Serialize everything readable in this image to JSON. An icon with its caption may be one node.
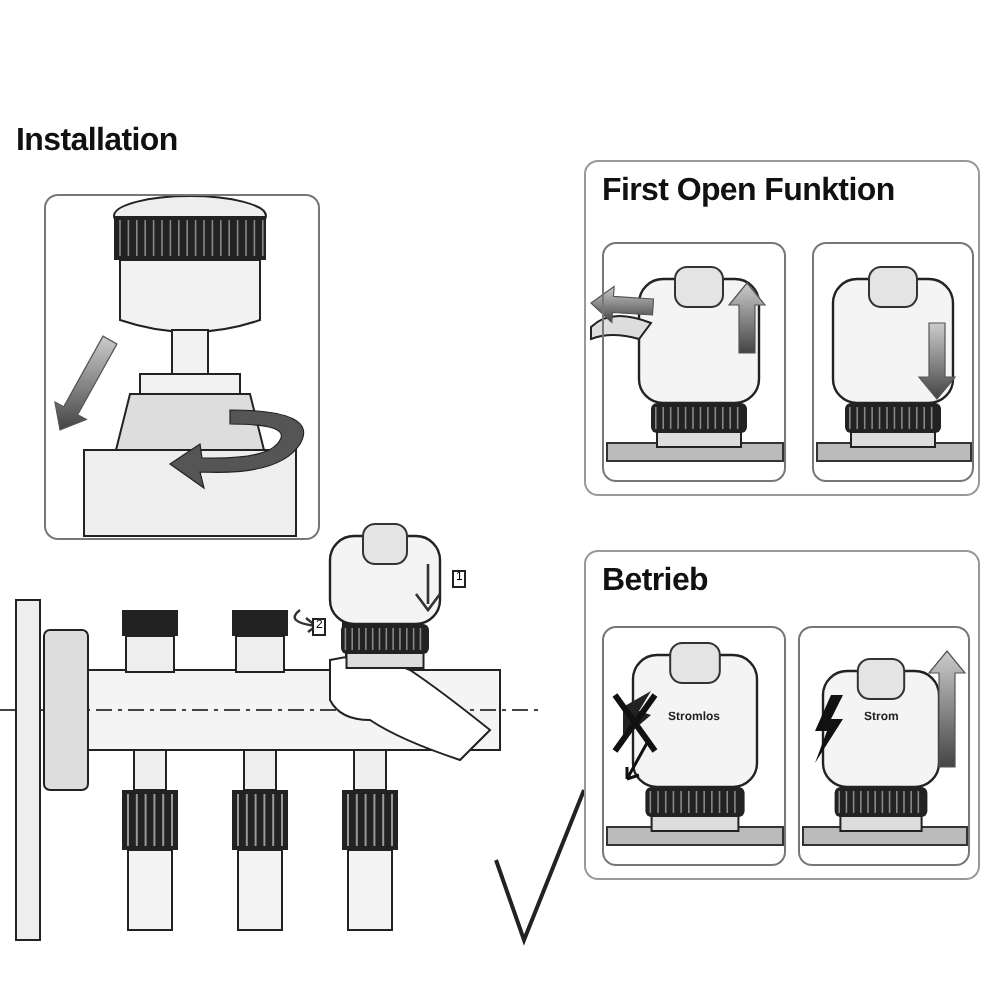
{
  "diagram": {
    "nodes": [
      {
        "text": [],
        "shape": "box"
      },
      {
        "text": [
          "First Open Funktion"
        ]
      },
      {
        "text": [],
        "shape": "box",
        "in": 1
      },
      {
        "text": [],
        "shape": "box",
        "in": 1
      },
      {
        "text": [
          "Betrieb"
        ]
      },
      {
        "text": [
          "Stromlos"
        ],
        "in": 4
      },
      {
        "text": [
          "Strom"
        ],
        "in": 4
      }
    ],
    "edges": [],
    "labels": [
      "Installation",
      "2",
      "1"
    ]
  }
}
